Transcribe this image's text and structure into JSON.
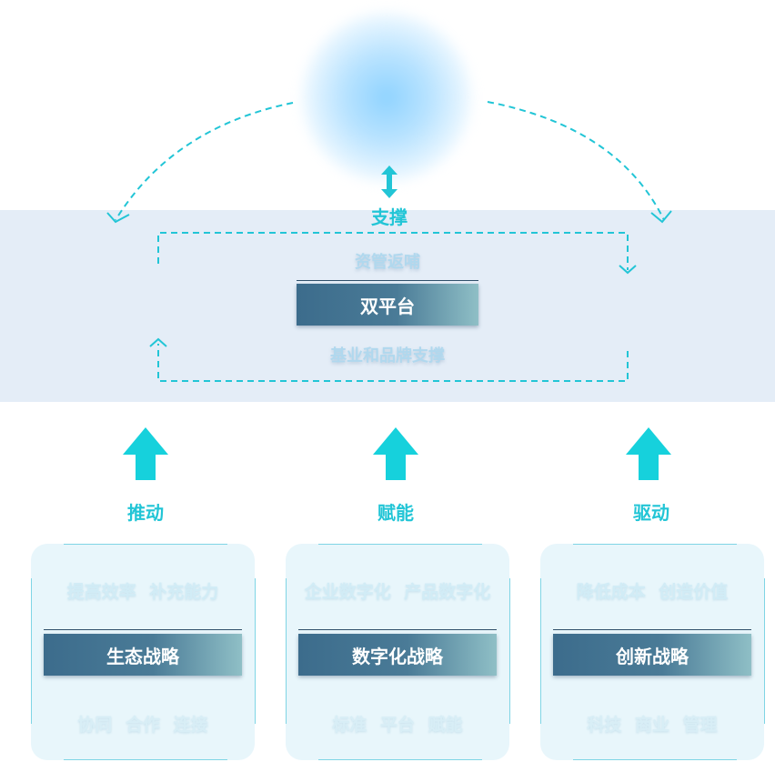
{
  "top": {
    "support_label": "支撑"
  },
  "platform": {
    "top_label": "资管返哺",
    "center_label": "双平台",
    "bottom_label": "基业和品牌支撑"
  },
  "arrows": [
    {
      "label": "推动"
    },
    {
      "label": "赋能"
    },
    {
      "label": "驱动"
    }
  ],
  "cards": [
    {
      "top_text": "提高效率 补充能力",
      "title": "生态战略",
      "bottom_text": "协同 合作 连接"
    },
    {
      "top_text": "企业数字化 产品数字化",
      "title": "数字化战略",
      "bottom_text": "标准 平台 赋能"
    },
    {
      "top_text": "降低成本 创造价值",
      "title": "创新战略",
      "bottom_text": "科技 商业 管理"
    }
  ],
  "colors": {
    "accent_cyan": "#22c5d6",
    "band_bg": "#e4edf7",
    "box_dark": "#3c6c8c",
    "card_bg": "#e8f6fb"
  }
}
